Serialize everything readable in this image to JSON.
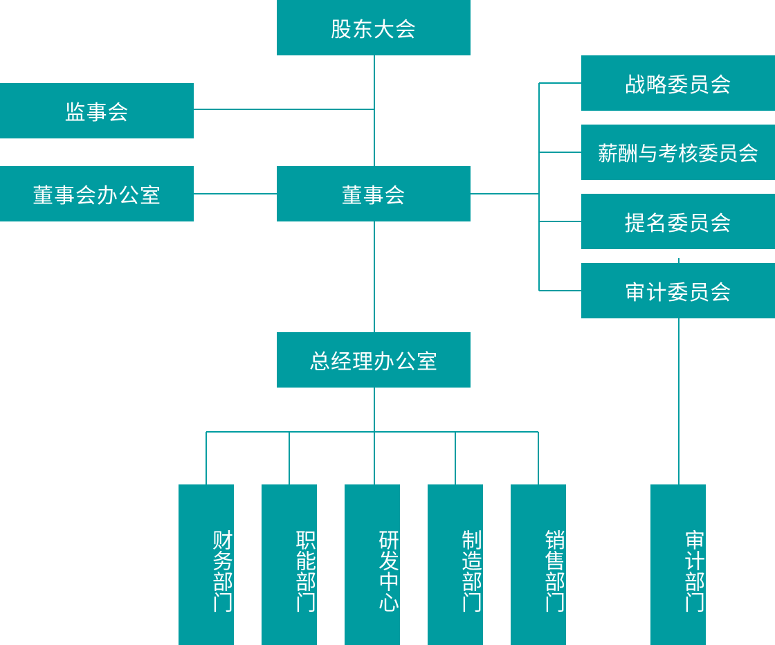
{
  "nodes": {
    "shareholders_meeting": "股东大会",
    "supervisory_board": "监事会",
    "board_office": "董事会办公室",
    "board_of_directors": "董事会",
    "strategy_committee": "战略委员会",
    "compensation_committee": "薪酬与考核委员会",
    "nomination_committee": "提名委员会",
    "audit_committee": "审计委员会",
    "gm_office": "总经理办公室",
    "finance_dept": "财务部门",
    "functional_dept": "职能部门",
    "rd_center": "研发中心",
    "manufacturing_dept": "制造部门",
    "sales_dept": "销售部门",
    "audit_dept": "审计部门"
  },
  "colors": {
    "node_fill": "#009ca0",
    "node_text": "#ffffff",
    "connector": "#009ca0"
  }
}
